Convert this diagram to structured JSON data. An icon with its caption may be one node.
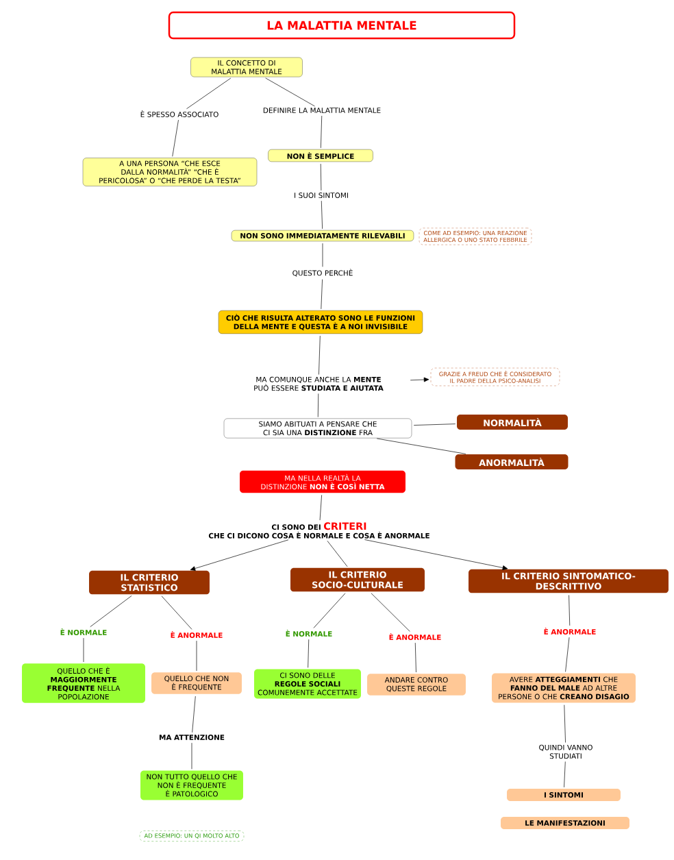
{
  "diagram": {
    "title": "LA MALATTIA MENTALE",
    "nodes": [
      {
        "text": [
          "IL CONCETTO DI MALATTIA MENTALE"
        ]
      },
      {
        "text": [
          "È SPESSO ASSOCIATO"
        ]
      },
      {
        "text": [
          "DEFINIRE LA MALATTIA MENTALE"
        ]
      },
      {
        "text": [
          "A UNA PERSONA “CHE ESCE DALLA NORMALITÀ” “CHE È PERICOLOSA” O “CHE PERDE LA TESTA”"
        ]
      },
      {
        "text": [
          "NON È SEMPLICE"
        ]
      },
      {
        "text": [
          "I SUOI SINTOMI"
        ]
      },
      {
        "text": [
          "NON SONO IMMEDIATAMENTE RILEVABILI"
        ]
      },
      {
        "text": [
          "COME AD ESEMPIO: UNA REAZIONE ALLERGICA O UNO STATO FEBBRILE"
        ]
      },
      {
        "text": [
          "QUESTO PERCHÈ"
        ]
      },
      {
        "text": [
          "CIÒ CHE RISULTA ALTERATO SONO LE FUNZIONI DELLA MENTE E QUESTA È A NOI INVISIBILE"
        ]
      },
      {
        "text": [
          "MA COMUNQUE ANCHE LA **MENTE** PUÒ ESSERE **STUDIATA E AIUTATA**"
        ]
      },
      {
        "text": [
          "GRAZIE A FREUD CHE È CONSIDERATO IL PADRE DELLA PSICO-ANALISI"
        ]
      },
      {
        "text": [
          "SIAMO ABITUATI A PENSARE CHE CI SIA UNA **DISTINZIONE** FRA"
        ]
      },
      {
        "text": [
          "NORMALITÀ"
        ]
      },
      {
        "text": [
          "ANORMALITÀ"
        ]
      },
      {
        "text": [
          "MA NELLA REALTÀ LA DISTINZIONE **NON È COSÌ NETTA**"
        ]
      },
      {
        "text": [
          "CI SONO DEI",
          "CRITERI",
          "CHE CI DICONO COSA È NORMALE E COSA È ANORMALE"
        ]
      },
      {
        "text": [
          "IL CRITERIO STATISTICO"
        ]
      },
      {
        "text": [
          "IL CRITERIO SOCIO-CULTURALE"
        ]
      },
      {
        "text": [
          "IL CRITERIO SINTOMATICO-DESCRITTIVO"
        ]
      },
      {
        "text": [
          "È NORMALE"
        ]
      },
      {
        "text": [
          "È ANORMALE"
        ]
      },
      {
        "text": [
          "È NORMALE"
        ]
      },
      {
        "text": [
          "È ANORMALE"
        ]
      },
      {
        "text": [
          "È ANORMALE"
        ]
      },
      {
        "text": [
          "QUELLO CHE È **MAGGIORMENTE FREQUENTE** NELLA POPOLAZIONE"
        ]
      },
      {
        "text": [
          "QUELLO CHE NON È FREQUENTE"
        ]
      },
      {
        "text": [
          "CI SONO DELLE **REGOLE SOCIALI** COMUNEMENTE ACCETTATE"
        ]
      },
      {
        "text": [
          "ANDARE CONTRO QUESTE REGOLE"
        ]
      },
      {
        "text": [
          "AVERE **ATTEGGIAMENTI** CHE **FANNO DEL MALE** AD ALTRE PERSONE O CHE **CREANO DISAGIO**"
        ]
      },
      {
        "text": [
          "MA ATTENZIONE"
        ]
      },
      {
        "text": [
          "NON TUTTO QUELLO CHE NON È FREQUENTE È PATOLOGICO"
        ]
      },
      {
        "text": [
          "AD ESEMPIO: UN QI MOLTO ALTO"
        ]
      },
      {
        "text": [
          "QUINDI VANNO STUDIATI"
        ]
      },
      {
        "text": [
          "I SINTOMI"
        ]
      },
      {
        "text": [
          "LE MANIFESTAZIONI"
        ]
      }
    ],
    "edges": [
      {
        "from": 0,
        "to": 1,
        "arrow": "none"
      },
      {
        "from": 0,
        "to": 2,
        "arrow": "none"
      },
      {
        "from": 1,
        "to": 3,
        "arrow": "none"
      },
      {
        "from": 2,
        "to": 4,
        "arrow": "none"
      },
      {
        "from": 4,
        "to": 5,
        "arrow": "none"
      },
      {
        "from": 5,
        "to": 6,
        "arrow": "none"
      },
      {
        "from": 6,
        "to": 8,
        "arrow": "none"
      },
      {
        "from": 8,
        "to": 9,
        "arrow": "none"
      },
      {
        "from": 9,
        "to": 10,
        "arrow": "none"
      },
      {
        "from": 10,
        "to": 11,
        "arrow": "to"
      },
      {
        "from": 10,
        "to": 12,
        "arrow": "none"
      },
      {
        "from": 12,
        "to": 13,
        "arrow": "none"
      },
      {
        "from": 12,
        "to": 14,
        "arrow": "none"
      },
      {
        "from": 15,
        "to": 16,
        "arrow": "none"
      },
      {
        "from": 16,
        "to": 17,
        "arrow": "to"
      },
      {
        "from": 16,
        "to": 18,
        "arrow": "none"
      },
      {
        "from": 16,
        "to": 19,
        "arrow": "to"
      },
      {
        "from": 17,
        "to": 20,
        "arrow": "none"
      },
      {
        "from": 17,
        "to": 21,
        "arrow": "none"
      },
      {
        "from": 18,
        "to": 22,
        "arrow": "none"
      },
      {
        "from": 18,
        "to": 23,
        "arrow": "none"
      },
      {
        "from": 19,
        "to": 24,
        "arrow": "none"
      },
      {
        "from": 20,
        "to": 25,
        "arrow": "none"
      },
      {
        "from": 21,
        "to": 26,
        "arrow": "none"
      },
      {
        "from": 22,
        "to": 27,
        "arrow": "none"
      },
      {
        "from": 23,
        "to": 28,
        "arrow": "none"
      },
      {
        "from": 24,
        "to": 29,
        "arrow": "none"
      },
      {
        "from": 26,
        "to": 30,
        "arrow": "none"
      },
      {
        "from": 30,
        "to": 31,
        "arrow": "none"
      },
      {
        "from": 29,
        "to": 33,
        "arrow": "none"
      },
      {
        "from": 33,
        "to": 34,
        "arrow": "none"
      }
    ]
  }
}
